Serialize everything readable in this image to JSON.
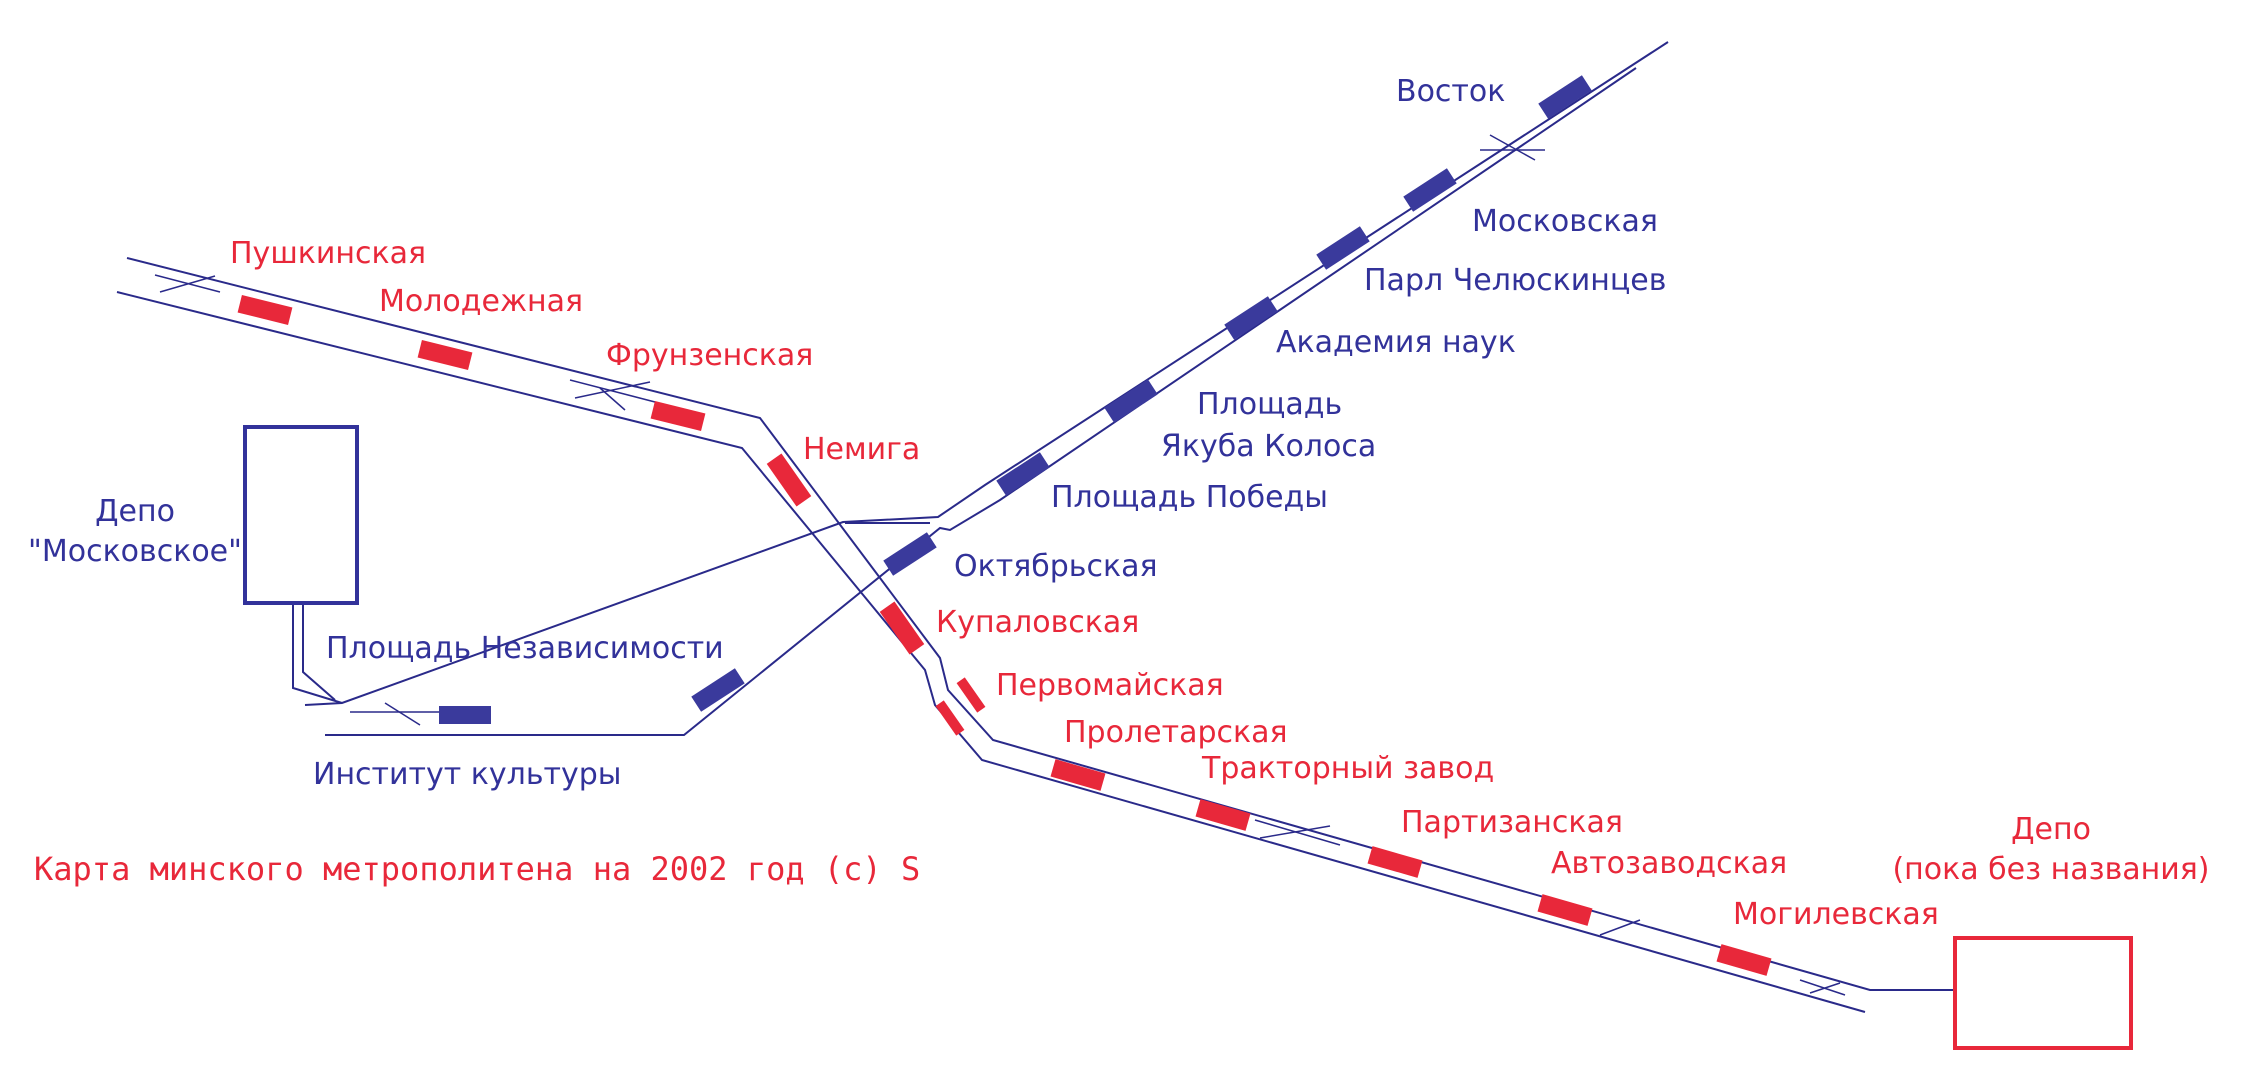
{
  "colors": {
    "blue_line": "#32329a",
    "red_line": "#e8283a",
    "track": "#2a2a8a",
    "background": "#ffffff"
  },
  "blue_line": {
    "stations": {
      "vostok": "Восток",
      "moskovskaya": "Московская",
      "park": "Парл Челюскинцев",
      "akademiya": "Академия наук",
      "yakub_1": "Площадь",
      "yakub_2": "Якуба Колоса",
      "pobedy": "Площадь Победы",
      "oktyabrskaya": "Октябрьская",
      "nezavisimosti": "Площадь Независимости",
      "institut": "Институт культуры"
    }
  },
  "red_line": {
    "stations": {
      "pushkinskaya": "Пушкинская",
      "molodezhnaya": "Молодежная",
      "frunzenskaya": "Фрунзенская",
      "nemiga": "Немига",
      "kupalovskaya": "Купаловская",
      "pervomaiskaya": "Первомайская",
      "proletarskaya": "Пролетарская",
      "traktorny": "Тракторный завод",
      "partizanskaya": "Партизанская",
      "avtozavodskaya": "Автозаводская",
      "mogilevskaya": "Могилевская"
    }
  },
  "depots": {
    "moskovskoe": {
      "line1": "Депо",
      "line2": "\"Московское\""
    },
    "unnamed": {
      "line1": "Депо",
      "line2": "(пока без названия)"
    }
  },
  "caption": "Карта минского метрополитена на 2002 год (c) S"
}
